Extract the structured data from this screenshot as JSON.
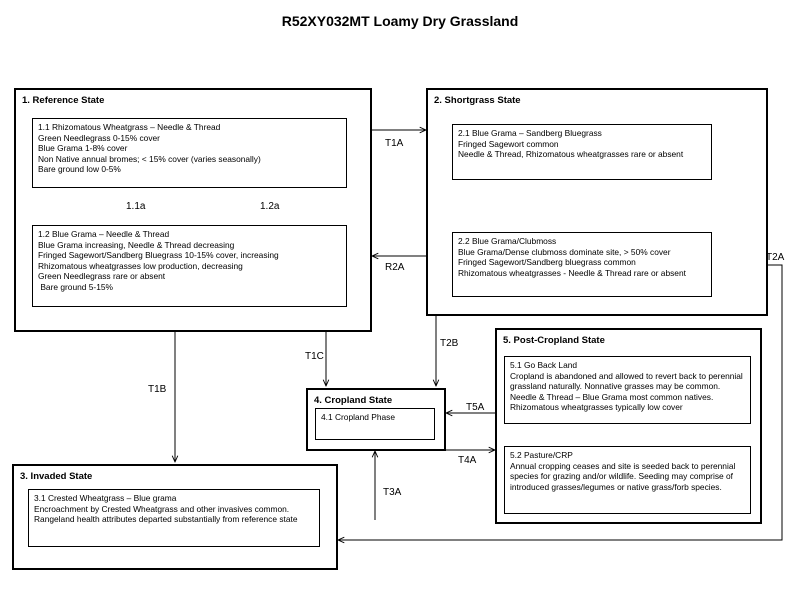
{
  "title": "R52XY032MT Loamy Dry Grassland",
  "states": {
    "reference": {
      "title": "1. Reference State",
      "p11": [
        "1.1 Rhizomatous Wheatgrass – Needle & Thread",
        "Green Needlegrass 0-15% cover",
        "Blue Grama 1-8% cover",
        "Non Native annual bromes; < 15% cover (varies seasonally)",
        "Bare ground low 0-5%"
      ],
      "p12": [
        "1.2  Blue Grama – Needle & Thread",
        "Blue Grama increasing, Needle & Thread decreasing",
        "Fringed Sagewort/Sandberg Bluegrass 10-15% cover, increasing",
        "Rhizomatous wheatgrasses low production, decreasing",
        "Green Needlegrass rare or absent",
        " Bare ground 5-15%"
      ]
    },
    "shortgrass": {
      "title": "2. Shortgrass State",
      "p21": [
        "2.1 Blue Grama – Sandberg Bluegrass",
        "Fringed Sagewort common",
        "Needle & Thread, Rhizomatous wheatgrasses rare or absent"
      ],
      "p22": [
        "2.2 Blue Grama/Clubmoss",
        "Blue Grama/Dense clubmoss dominate site, > 50% cover",
        "Fringed Sagewort/Sandberg bluegrass common",
        "Rhizomatous wheatgrasses - Needle & Thread rare or absent"
      ]
    },
    "invaded": {
      "title": "3. Invaded State",
      "p31": [
        "3.1 Crested Wheatgrass – Blue grama",
        "Encroachment by Crested Wheatgrass and other invasives common. Rangeland health attributes departed substantially from reference state"
      ]
    },
    "cropland": {
      "title": "4. Cropland State",
      "p41": [
        "4.1 Cropland Phase"
      ]
    },
    "postcropland": {
      "title": "5. Post-Cropland State",
      "p51": [
        "5.1 Go Back Land",
        "Cropland is abandoned and allowed to revert back to perennial grassland naturally. Nonnative grasses may be common. Needle & Thread – Blue Grama  most common natives. Rhizomatous wheatgrasses typically low cover"
      ],
      "p52": [
        "5.2 Pasture/CRP",
        "Annual cropping ceases and site is seeded back to perennial species for grazing and/or wildlife. Seeding may comprise of introduced grasses/legumes or native grass/forb species."
      ]
    }
  },
  "transitions": {
    "t11a": "1.1a",
    "t12a": "1.2a",
    "t1a": "T1A",
    "r2a": "R2A",
    "t1b": "T1B",
    "t1c": "T1C",
    "t2b": "T2B",
    "t2a": "T2A",
    "t5a": "T5A",
    "t4a": "T4A",
    "t3a": "T3A"
  }
}
